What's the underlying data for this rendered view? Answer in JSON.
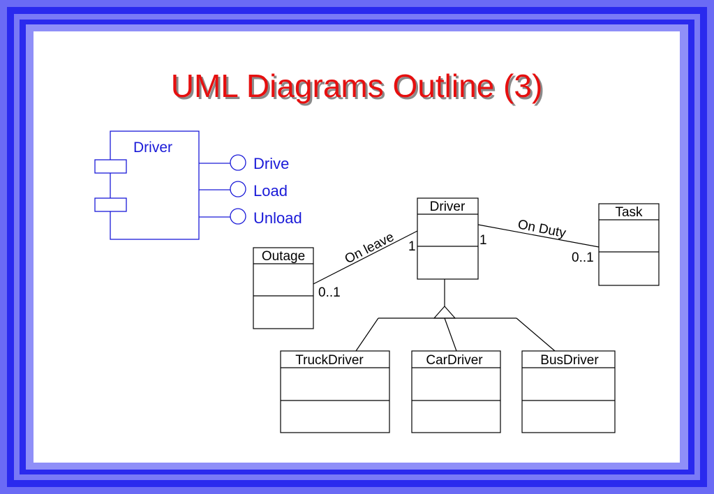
{
  "slide": {
    "title": "UML Diagrams Outline (3)",
    "colors": {
      "border_outer": "#6b6bf5",
      "border_mid": "#2a2aee",
      "border_inner": "#8f8ff8",
      "title": "#e60f0f",
      "component": "#1a1ad8"
    }
  },
  "component": {
    "name": "Driver",
    "interfaces": [
      "Drive",
      "Load",
      "Unload"
    ]
  },
  "classes": {
    "driver": "Driver",
    "task": "Task",
    "outage": "Outage",
    "truck": "TruckDriver",
    "car": "CarDriver",
    "bus": "BusDriver"
  },
  "associations": {
    "on_leave": {
      "label": "On leave",
      "driver_mult": "1",
      "outage_mult": "0..1"
    },
    "on_duty": {
      "label": "On Duty",
      "driver_mult": "1",
      "task_mult": "0..1"
    }
  }
}
